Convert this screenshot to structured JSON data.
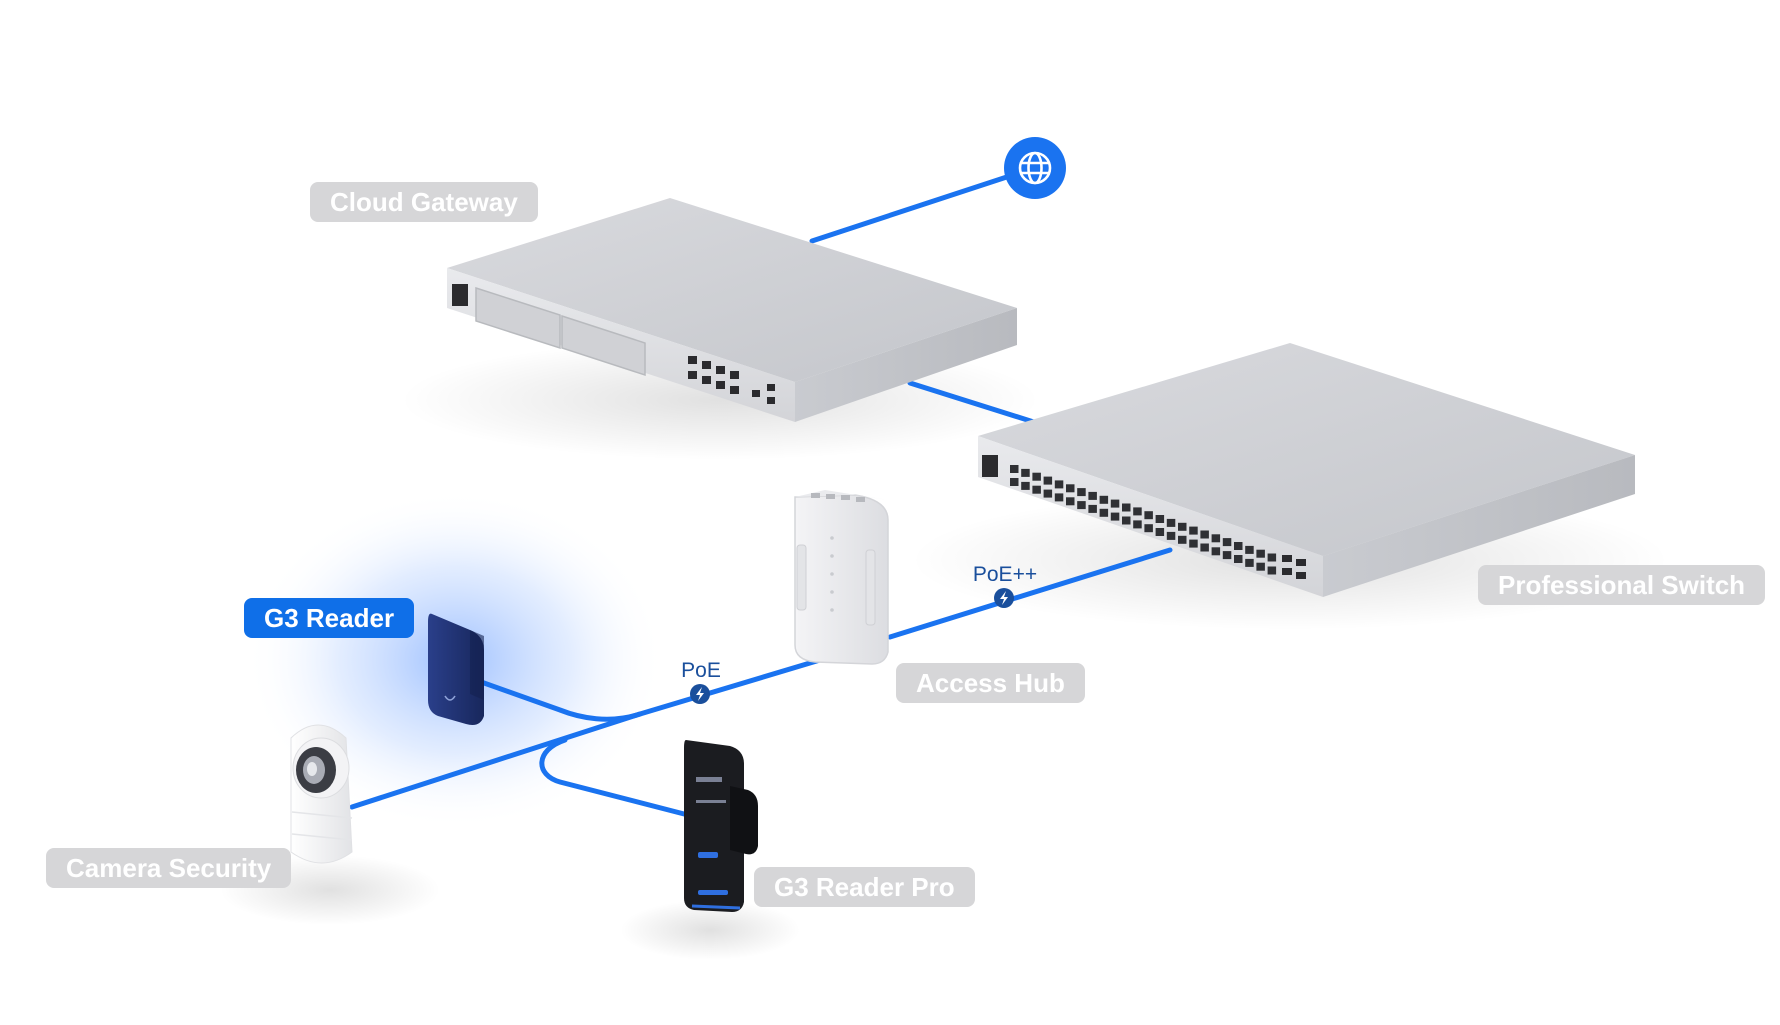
{
  "diagram": {
    "internet_node": {
      "icon": "globe-icon",
      "color": "#1a73f0"
    },
    "devices": [
      {
        "id": "cloud-gateway",
        "label": "Cloud Gateway",
        "active": false
      },
      {
        "id": "professional-switch",
        "label": "Professional Switch",
        "active": false
      },
      {
        "id": "access-hub",
        "label": "Access Hub",
        "active": false
      },
      {
        "id": "g3-reader",
        "label": "G3 Reader",
        "active": true
      },
      {
        "id": "camera-security",
        "label": "Camera Security",
        "active": false
      },
      {
        "id": "g3-reader-pro",
        "label": "G3 Reader Pro",
        "active": false
      }
    ],
    "links": [
      {
        "label": "PoE++",
        "icon": "bolt-icon"
      },
      {
        "label": "PoE",
        "icon": "bolt-icon"
      }
    ],
    "colors": {
      "cable": "#1a73f0",
      "label_bg": "#d6d6d8",
      "label_active_bg": "#0f6fe8",
      "poe_text": "#1a4f9c",
      "poe_badge": "#1a4f9c"
    }
  }
}
